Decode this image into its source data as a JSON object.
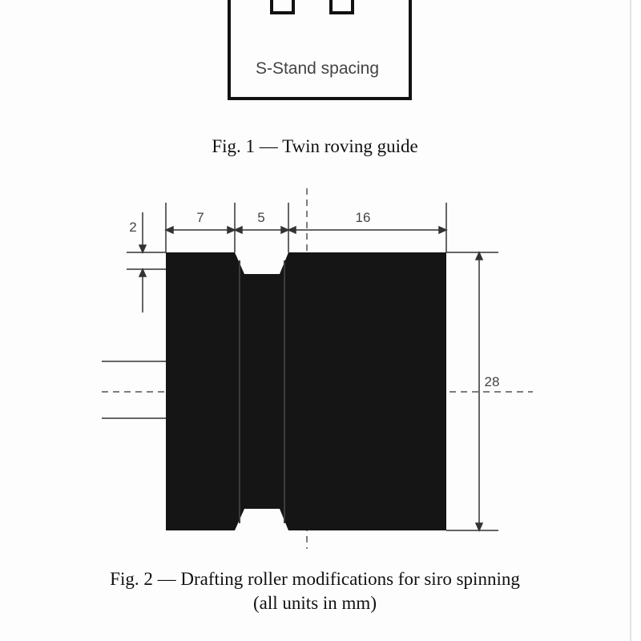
{
  "fig1": {
    "box_label": "S-Stand spacing",
    "caption": "Fig. 1 — Twin roving guide"
  },
  "fig2": {
    "dimensions": {
      "top_offset": "2",
      "left_width": "7",
      "groove_width": "5",
      "right_width": "16",
      "height": "28"
    },
    "caption_line1": "Fig. 2 — Drafting roller modifications for siro spinning",
    "caption_line2": "(all  units in mm)"
  },
  "colors": {
    "roller": "#151515",
    "line": "#333333",
    "text": "#444444",
    "background": "#ffffff"
  }
}
